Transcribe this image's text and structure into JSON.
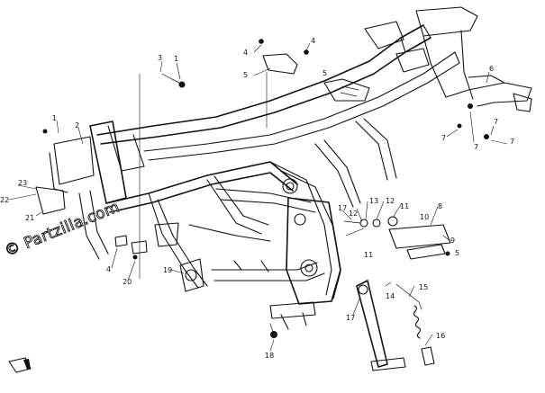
{
  "watermark": "© Partzilla.com",
  "callouts": [
    "1",
    "2",
    "3",
    "1",
    "4",
    "5",
    "4",
    "5",
    "6",
    "7",
    "7",
    "7",
    "7",
    "8",
    "9",
    "10",
    "11",
    "11",
    "12",
    "13",
    "14",
    "15",
    "16",
    "17",
    "18",
    "19",
    "20",
    "21",
    "22",
    "23",
    "4",
    "5",
    "12",
    "17"
  ]
}
